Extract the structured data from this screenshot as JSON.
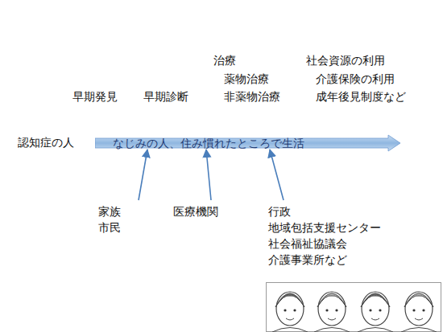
{
  "diagram": {
    "nodes": [
      {
        "text": [
          "なじみの人、住み慣れたところで生活"
        ]
      },
      {
        "text": [
          "家族",
          "市民"
        ]
      },
      {
        "text": [
          "医療機関"
        ]
      },
      {
        "text": [
          "行政",
          "地域包括支援センター",
          "社会福祉協議会",
          "介護事業所など"
        ]
      }
    ],
    "edges": [
      {
        "from": 1,
        "to": 0,
        "arrow": "to"
      },
      {
        "from": 2,
        "to": 0,
        "arrow": "to"
      },
      {
        "from": 3,
        "to": 0,
        "arrow": "to"
      }
    ],
    "labels": [
      "治療",
      "社会資源の利用",
      "薬物治療",
      "介護保険の利用",
      "早期発見",
      "早期診断",
      "非薬物治療",
      "成年後見制度など",
      "認知症の人"
    ]
  }
}
